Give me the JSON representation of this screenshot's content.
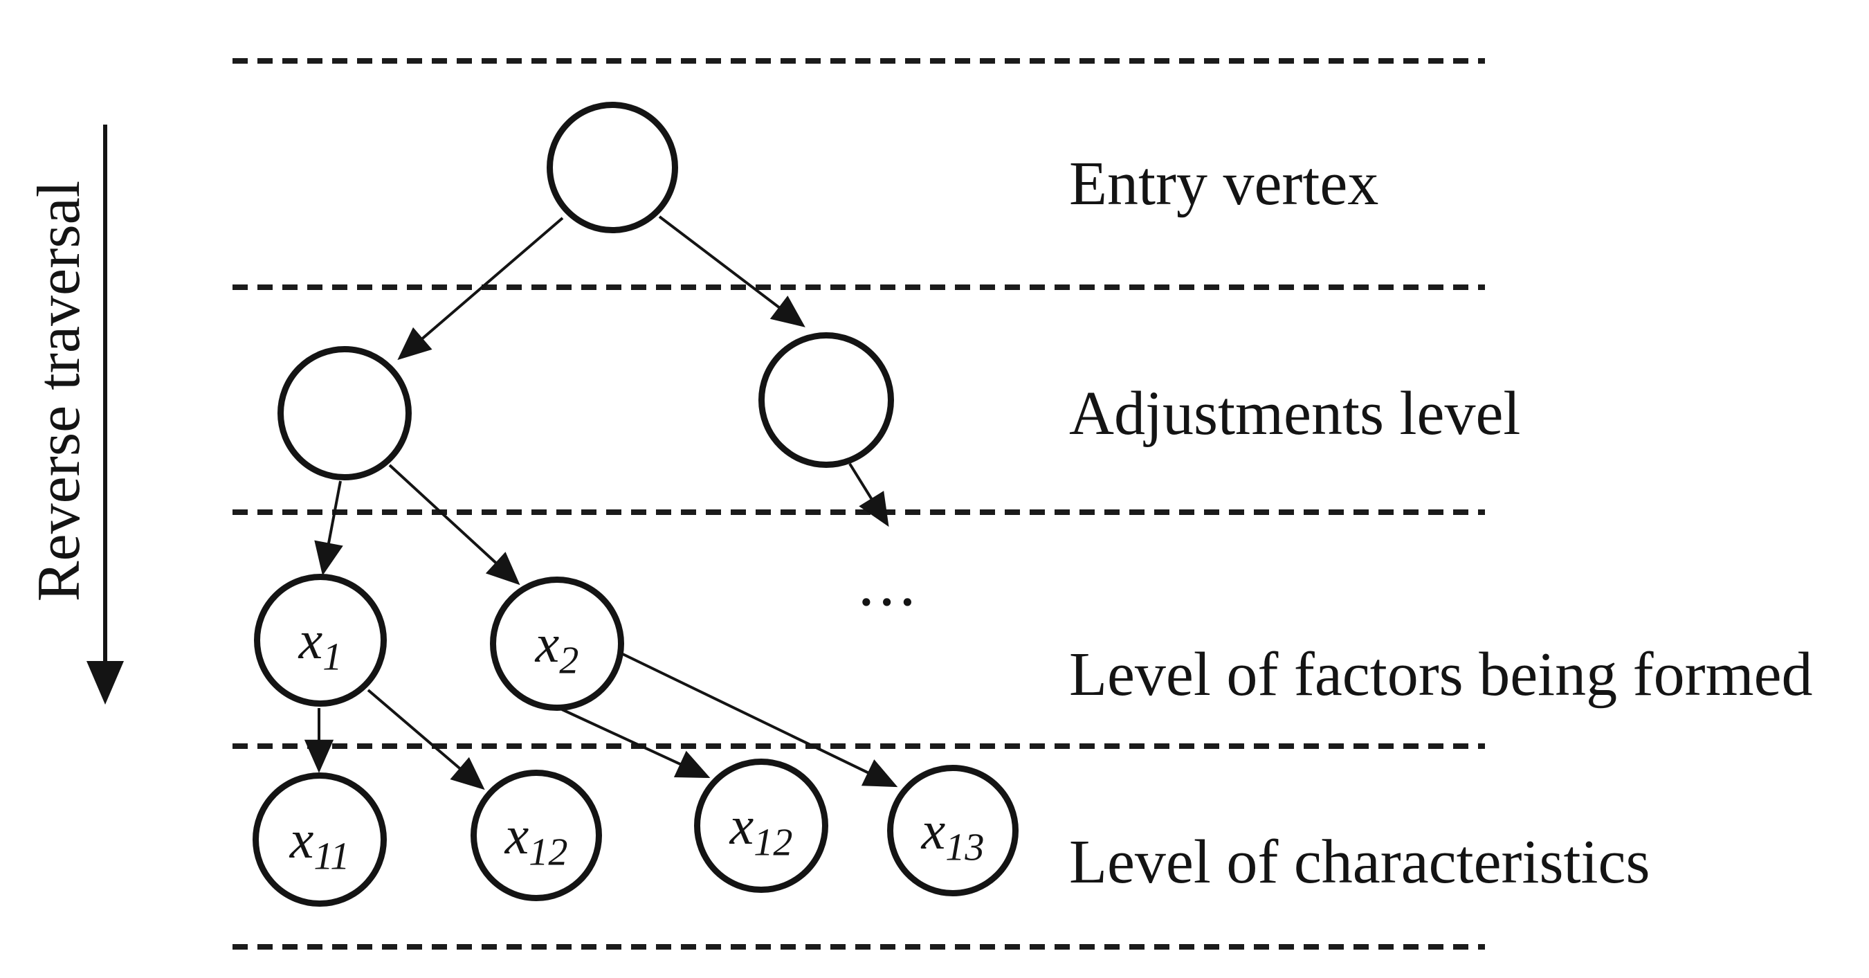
{
  "figure": {
    "background": "#ffffff",
    "ink": "#141414",
    "side_label": "Reverse traversal",
    "ellipsis": "...",
    "levels": [
      {
        "id": "entry",
        "label": "Entry vertex"
      },
      {
        "id": "adjustments",
        "label": "Adjustments level"
      },
      {
        "id": "factors",
        "label": "Level of factors being formed"
      },
      {
        "id": "characteristics",
        "label": "Level of characteristics"
      }
    ],
    "nodes": [
      {
        "id": "entry-vertex",
        "base": "",
        "sub": ""
      },
      {
        "id": "adjustment-left",
        "base": "",
        "sub": ""
      },
      {
        "id": "adjustment-right",
        "base": "",
        "sub": ""
      },
      {
        "id": "x1",
        "base": "x",
        "sub": "1"
      },
      {
        "id": "x2",
        "base": "x",
        "sub": "2"
      },
      {
        "id": "x11",
        "base": "x",
        "sub": "11"
      },
      {
        "id": "x12-left",
        "base": "x",
        "sub": "12"
      },
      {
        "id": "x12-right",
        "base": "x",
        "sub": "12"
      },
      {
        "id": "x13",
        "base": "x",
        "sub": "13"
      }
    ]
  }
}
